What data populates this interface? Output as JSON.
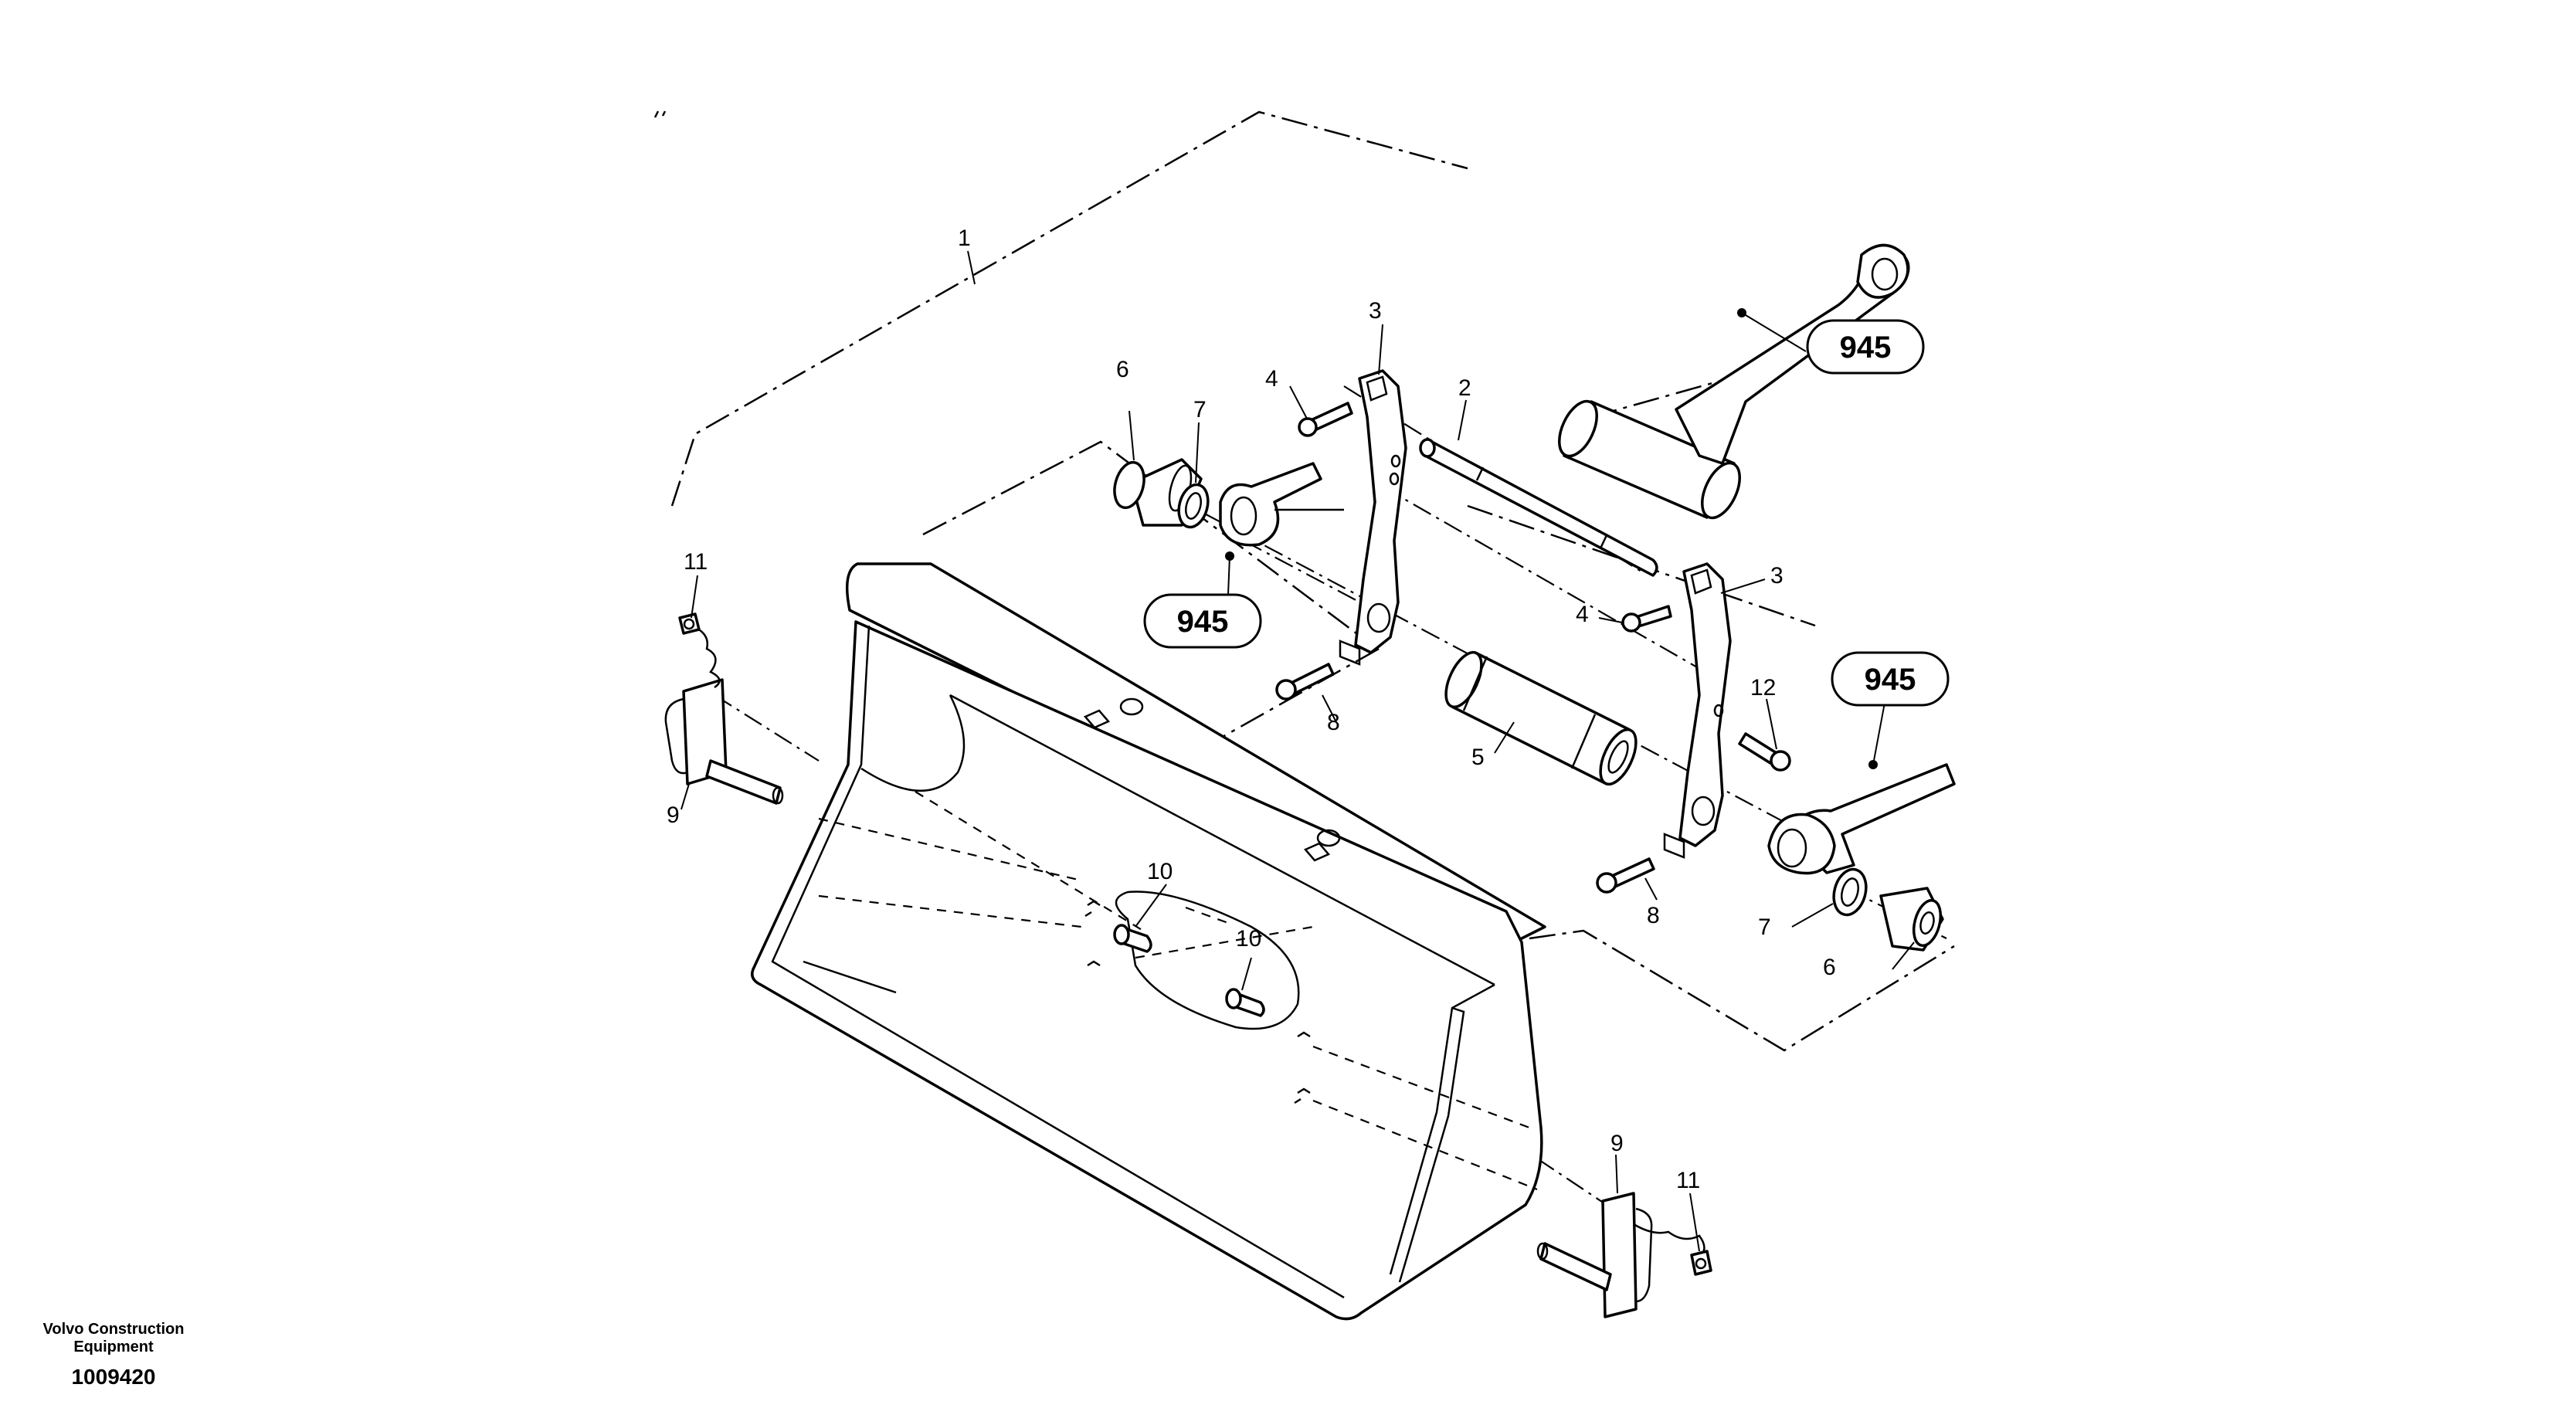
{
  "footer": {
    "company_line1": "Volvo Construction",
    "company_line2": "Equipment",
    "drawing_number": "1009420"
  },
  "part_labels": {
    "p1": "1",
    "p2": "2",
    "p3_left": "3",
    "p3_right": "3",
    "p4_left": "4",
    "p4_right": "4",
    "p5": "5",
    "p6_left": "6",
    "p6_right": "6",
    "p7_left": "7",
    "p7_right": "7",
    "p8_left": "8",
    "p8_right": "8",
    "p9_left": "9",
    "p9_right": "9",
    "p10_a": "10",
    "p10_b": "10",
    "p11_left": "11",
    "p11_right": "11",
    "p12": "12"
  },
  "references": {
    "ref_top": "945",
    "ref_left": "945",
    "ref_right": "945"
  }
}
